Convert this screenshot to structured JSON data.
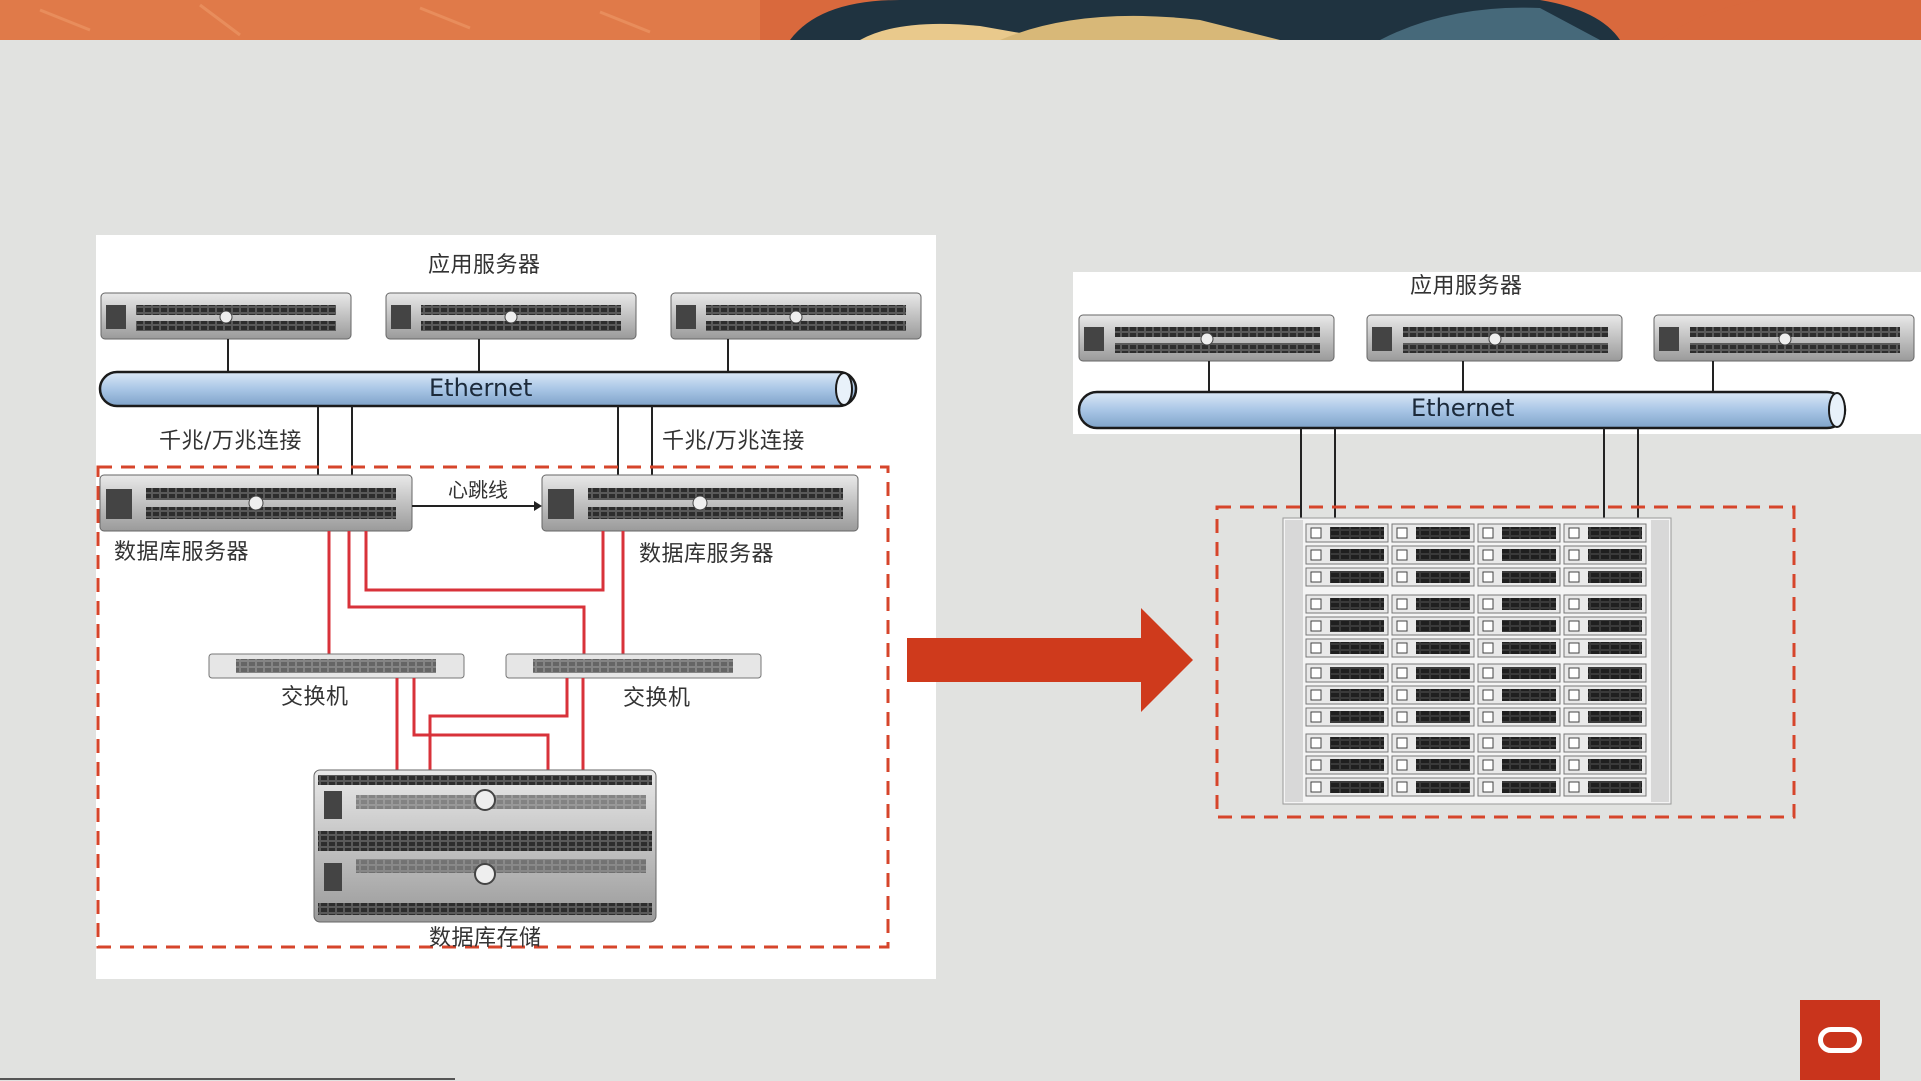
{
  "left": {
    "app_servers_label": "应用服务器",
    "ethernet_label": "Ethernet",
    "link_label_left": "千兆/万兆连接",
    "link_label_right": "千兆/万兆连接",
    "heartbeat_label": "心跳线",
    "db_server_left_label": "数据库服务器",
    "db_server_right_label": "数据库服务器",
    "switch_left_label": "交换机",
    "switch_right_label": "交换机",
    "db_storage_label": "数据库存储"
  },
  "right": {
    "app_servers_label": "应用服务器",
    "ethernet_label": "Ethernet"
  },
  "colors": {
    "background": "#e1e2e0",
    "dashed_border": "#d6452b",
    "fc_cable": "#d8323a",
    "arrow": "#cf3a1c",
    "ethernet_bar": "#a9c6e6",
    "logo": "#c9341c"
  },
  "icons": {
    "logo": "oracle-logo-icon",
    "arrow": "right-arrow-icon"
  }
}
